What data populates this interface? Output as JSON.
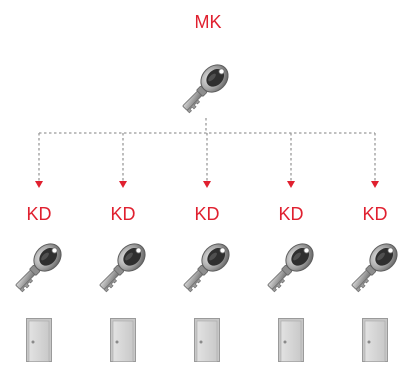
{
  "diagram": {
    "master": {
      "label": "MK"
    },
    "children": [
      {
        "label": "KD"
      },
      {
        "label": "KD"
      },
      {
        "label": "KD"
      },
      {
        "label": "KD"
      },
      {
        "label": "KD"
      }
    ]
  },
  "colors": {
    "accent": "#e0202f",
    "connector": "#9a9a9a",
    "door_fill": "#d6d6d6",
    "door_stroke": "#9c9c9c",
    "key_metal": "#a9a9a9",
    "key_dark": "#2e2e2e"
  },
  "icons": {
    "master": "key-icon",
    "child_key": "key-icon",
    "door": "door-icon",
    "arrow": "arrow-down-icon"
  }
}
